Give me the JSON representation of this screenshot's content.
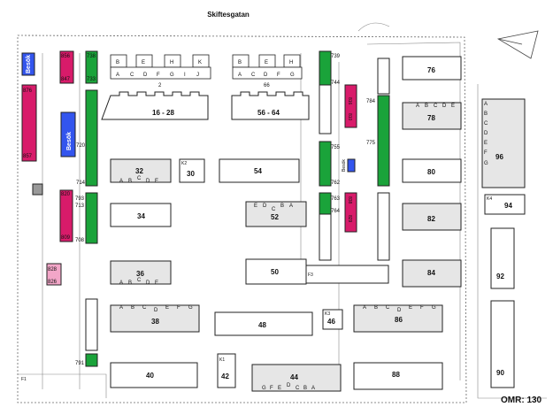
{
  "street_name": "Skiftesgatan",
  "area_label": "OMR: 130",
  "visitor_label": "Besök",
  "colors": {
    "green": "#1aa33a",
    "magenta": "#d81b6a",
    "pink": "#f3a6c8",
    "blue": "#3355ee",
    "building_gray": "#e6e6e6"
  },
  "parking": [
    {
      "label": "856",
      "color": "magenta"
    },
    {
      "label": "847",
      "color": "magenta"
    },
    {
      "label": "876",
      "color": "magenta"
    },
    {
      "label": "857",
      "color": "magenta"
    },
    {
      "label": "738",
      "color": "green"
    },
    {
      "label": "733",
      "color": "green"
    },
    {
      "label": "720",
      "color": "green"
    },
    {
      "label": "714",
      "color": "green"
    },
    {
      "label": "820",
      "color": "magenta"
    },
    {
      "label": "809",
      "color": "magenta"
    },
    {
      "label": "793",
      "color": "green"
    },
    {
      "label": "713",
      "color": "green"
    },
    {
      "label": "708",
      "color": "green"
    },
    {
      "label": "828",
      "color": "pink"
    },
    {
      "label": "826",
      "color": "pink"
    },
    {
      "label": "791",
      "color": "green"
    },
    {
      "label": "739",
      "color": "green"
    },
    {
      "label": "744",
      "color": "green"
    },
    {
      "label": "755",
      "color": "green"
    },
    {
      "label": "762",
      "color": "green"
    },
    {
      "label": "763",
      "color": "green"
    },
    {
      "label": "764",
      "color": "green"
    },
    {
      "label": "816",
      "color": "magenta"
    },
    {
      "label": "810",
      "color": "magenta"
    },
    {
      "label": "838",
      "color": "magenta"
    },
    {
      "label": "829",
      "color": "magenta"
    },
    {
      "label": "784",
      "color": "green"
    },
    {
      "label": "775",
      "color": "green"
    }
  ],
  "buildings": [
    {
      "label": "2"
    },
    {
      "label": "66"
    },
    {
      "label": "16 - 28"
    },
    {
      "label": "56 - 64"
    },
    {
      "label": "76"
    },
    {
      "label": "78"
    },
    {
      "label": "80"
    },
    {
      "label": "82"
    },
    {
      "label": "84"
    },
    {
      "label": "86"
    },
    {
      "label": "88"
    },
    {
      "label": "96"
    },
    {
      "label": "94"
    },
    {
      "label": "92"
    },
    {
      "label": "90"
    },
    {
      "label": "32"
    },
    {
      "label": "30"
    },
    {
      "label": "54"
    },
    {
      "label": "52"
    },
    {
      "label": "34"
    },
    {
      "label": "36"
    },
    {
      "label": "50"
    },
    {
      "label": "38"
    },
    {
      "label": "48"
    },
    {
      "label": "46"
    },
    {
      "label": "40"
    },
    {
      "label": "42"
    },
    {
      "label": "44"
    }
  ],
  "facilities": [
    "K2",
    "K3",
    "K1",
    "K4",
    "F1",
    "F3"
  ],
  "entrances": {
    "b2_top": [
      "B",
      "E",
      "H",
      "K"
    ],
    "b2_bottom": [
      "A",
      "C",
      "D",
      "F",
      "G",
      "I",
      "J"
    ],
    "b66_top": [
      "B",
      "E",
      "H"
    ],
    "b66_bottom": [
      "A",
      "C",
      "D",
      "F",
      "G"
    ],
    "b32": [
      "A",
      "B",
      "C",
      "D",
      "E"
    ],
    "b36": [
      "A",
      "B",
      "C",
      "D",
      "E"
    ],
    "b52": [
      "E",
      "D",
      "C",
      "B",
      "A"
    ],
    "b78": [
      "A",
      "B",
      "C",
      "D",
      "E"
    ],
    "b96": [
      "A",
      "B",
      "C",
      "D",
      "E",
      "F",
      "G"
    ],
    "b38": [
      "A",
      "B",
      "C",
      "D",
      "E",
      "F",
      "G"
    ],
    "b86": [
      "A",
      "B",
      "C",
      "D",
      "E",
      "F",
      "G"
    ],
    "b44": [
      "G",
      "F",
      "E",
      "D",
      "C",
      "B",
      "A"
    ]
  }
}
